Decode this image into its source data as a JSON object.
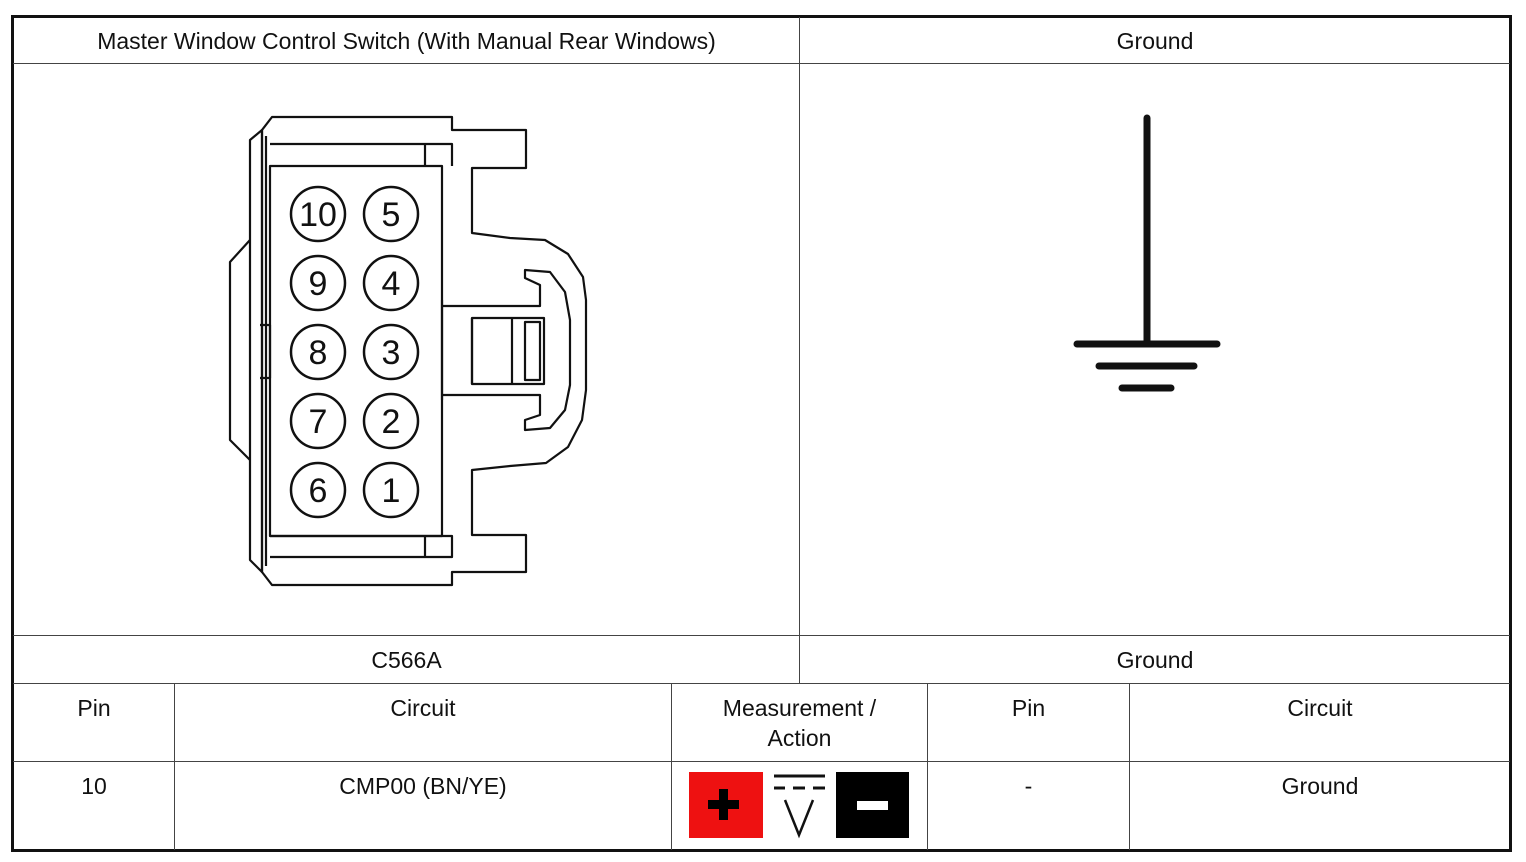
{
  "header": {
    "connector_title": "Master Window Control Switch (With Manual Rear Windows)",
    "ground_title": "Ground"
  },
  "connector": {
    "id": "C566A",
    "pins": [
      {
        "number": "10"
      },
      {
        "number": "5"
      },
      {
        "number": "9"
      },
      {
        "number": "4"
      },
      {
        "number": "8"
      },
      {
        "number": "3"
      },
      {
        "number": "7"
      },
      {
        "number": "2"
      },
      {
        "number": "6"
      },
      {
        "number": "1"
      }
    ]
  },
  "ground": {
    "label": "Ground",
    "icon": "ground-symbol-icon"
  },
  "table": {
    "headers": {
      "pin": "Pin",
      "circuit": "Circuit",
      "measurement_line1": "Measurement /",
      "measurement_line2": "Action",
      "pin2": "Pin",
      "circuit2": "Circuit"
    },
    "row": {
      "pin": "10",
      "circuit": "CMP00 (BN/YE)",
      "pin2": "-",
      "circuit2": "Ground"
    },
    "measurement_icons": {
      "positive": {
        "icon": "positive-probe-icon",
        "bg": "#ee1111",
        "fg": "#000000"
      },
      "voltage": {
        "icon": "dc-voltage-icon"
      },
      "negative": {
        "icon": "negative-probe-icon",
        "bg": "#000000",
        "fg": "#ffffff"
      }
    }
  }
}
